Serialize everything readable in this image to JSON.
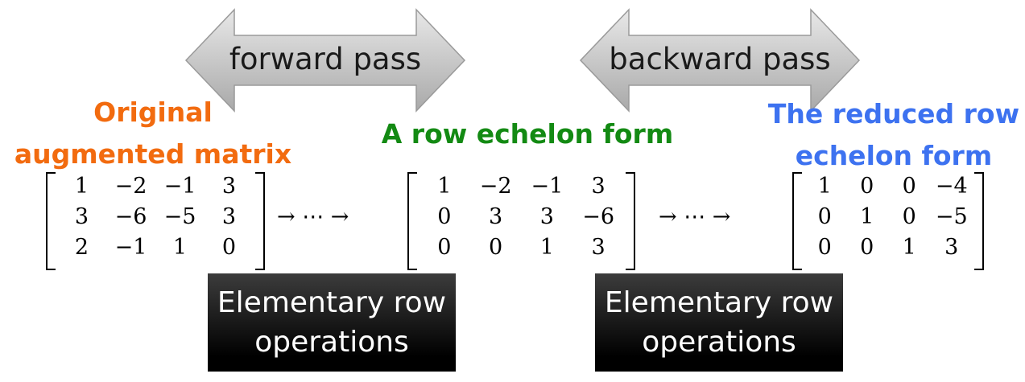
{
  "colors": {
    "original": "#f26b0f",
    "echelon": "#138a13",
    "reduced": "#3d72f0",
    "arrow_fill": "#c4c4c4"
  },
  "passes": {
    "forward": "forward pass",
    "backward": "backward pass"
  },
  "headings": {
    "original_line1": "Original",
    "original_line2": "augmented matrix",
    "echelon": "A row echelon form",
    "reduced_line1": "The reduced row",
    "reduced_line2": "echelon form"
  },
  "matrices": {
    "original": [
      [
        "1",
        "−2",
        "−1",
        "3"
      ],
      [
        "3",
        "−6",
        "−5",
        "3"
      ],
      [
        "2",
        "−1",
        "1",
        "0"
      ]
    ],
    "echelon": [
      [
        "1",
        "−2",
        "−1",
        "3"
      ],
      [
        "0",
        "3",
        "3",
        "−6"
      ],
      [
        "0",
        "0",
        "1",
        "3"
      ]
    ],
    "reduced": [
      [
        "1",
        "0",
        "0",
        "−4"
      ],
      [
        "0",
        "1",
        "0",
        "−5"
      ],
      [
        "0",
        "0",
        "1",
        "3"
      ]
    ]
  },
  "chain": "→ ⋯ →",
  "operations": {
    "line1": "Elementary row",
    "line2": "operations"
  }
}
